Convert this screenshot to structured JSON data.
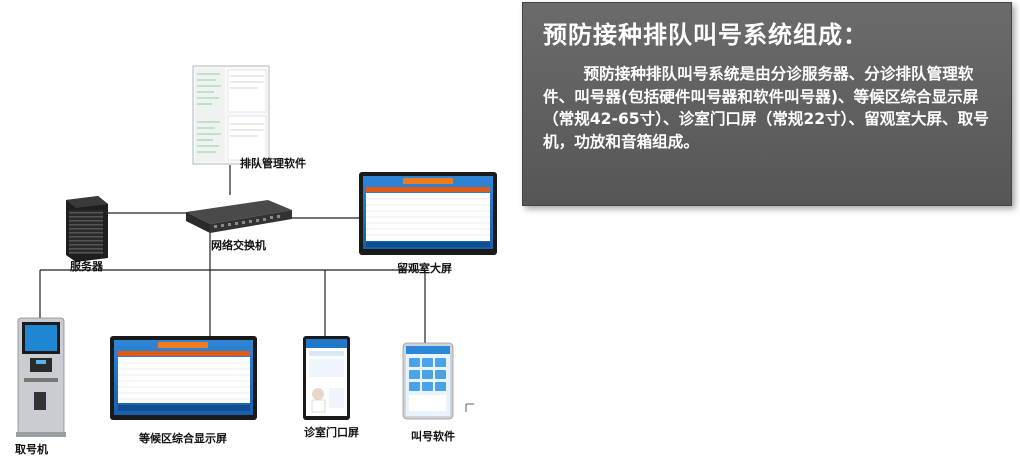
{
  "info": {
    "title": "预防接种排队叫号系统组成：",
    "description": "预防接种排队叫号系统是由分诊服务器、分诊排队管理软件、叫号器(包括硬件叫号器和软件叫号器)、等候区综合显示屏（常规42-65寸）、诊室门口屏（常规22寸）、留观室大屏、取号机，功放和音箱组成。"
  },
  "nodes": {
    "queue_software": "排队管理软件",
    "server": "服务器",
    "switch": "网络交换机",
    "observation_screen": "留观室大屏",
    "ticket_machine": "取号机",
    "waiting_display": "等候区综合显示屏",
    "door_screen": "诊室门口屏",
    "calling_software": "叫号软件"
  },
  "colors": {
    "info_bg": "#5f5f5f",
    "line": "#222222",
    "screen_blue": "#1c6fc0",
    "screen_header": "#f07a1e"
  }
}
